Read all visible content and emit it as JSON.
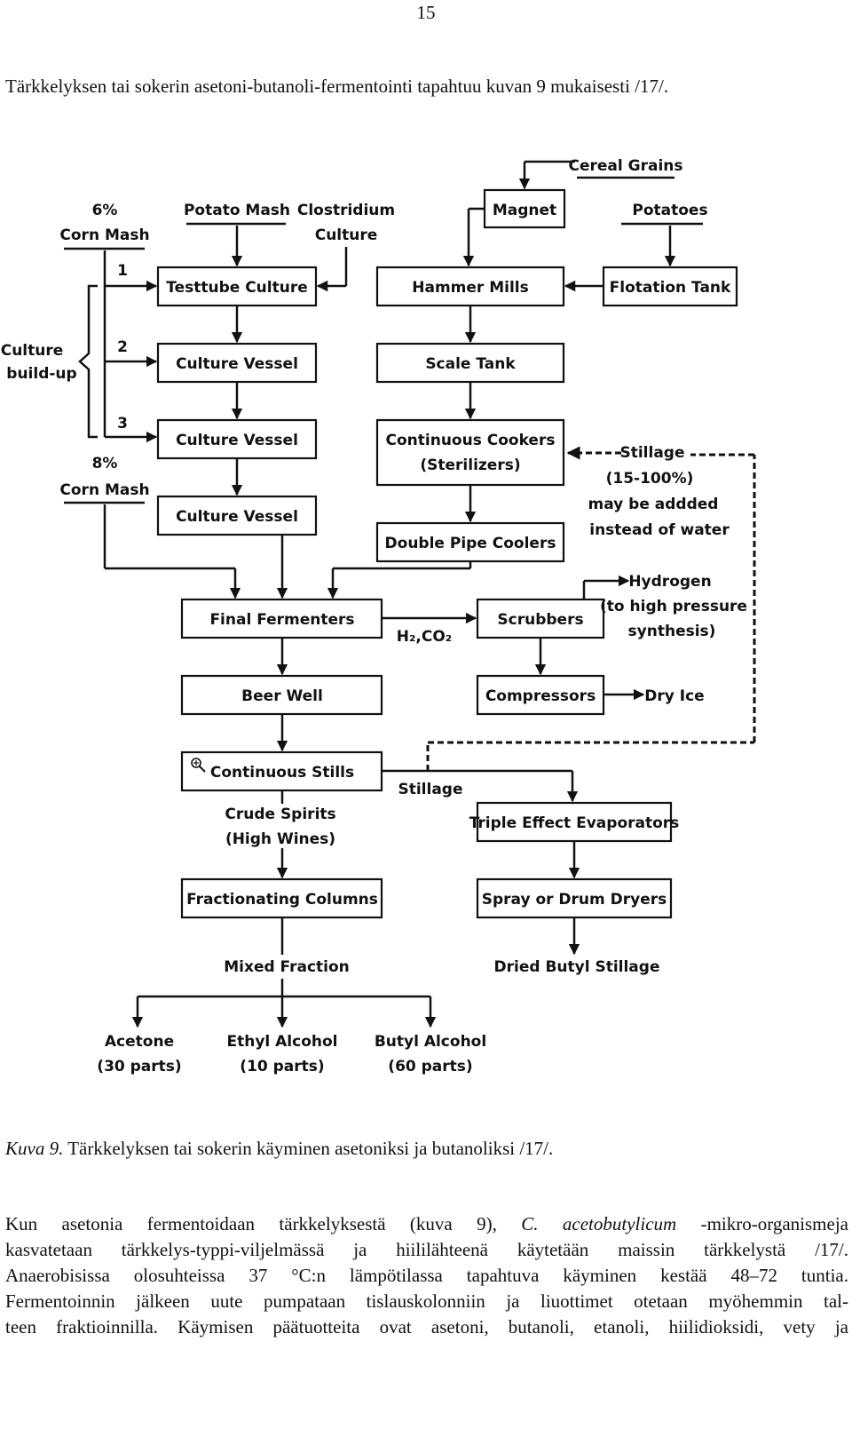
{
  "page_number": "15",
  "intro": "Tärkkelyksen tai sokerin asetoni-butanoli-fermentointi tapahtuu kuvan 9 mukaisesti /17/.",
  "caption": {
    "label": "Kuva 9.",
    "text": " Tärkkelyksen tai sokerin käyminen asetoniksi ja butanoliksi /17/."
  },
  "paragraph": {
    "line1_a": "Kun asetonia fermentoidaan tärkkelyksestä (kuva 9), ",
    "line1_italic": "C. acetobutylicum",
    "line1_b": " -mikro-organismeja",
    "line2": "kasvatetaan tärkkelys-typpi-viljelmässä ja hiililähteenä käytetään maissin tärkkelystä /17/.",
    "line3": "Anaerobisissa olosuhteissa 37 °C:n lämpötilassa tapahtuva käyminen kestää 48–72 tuntia.",
    "line4": "Fermentoinnin jälkeen uute pumpataan tislauskolonniin ja liuottimet otetaan myöhemmin tal-",
    "line5": "teen fraktioinnilla. Käymisen päätuotteita ovat asetoni, butanoli, etanoli, hiilidioksidi, vety ja"
  },
  "diagram": {
    "labels": {
      "corn6_a": "6%",
      "corn6_b": "Corn Mash",
      "potato_mash": "Potato Mash",
      "clostridium_a": "Clostridium",
      "clostridium_b": "Culture",
      "cereal_grains": "Cereal Grains",
      "potatoes": "Potatoes",
      "culture_buildup_a": "Culture",
      "culture_buildup_b": "build-up",
      "step1": "1",
      "step2": "2",
      "step3": "3",
      "corn8_a": "8%",
      "corn8_b": "Corn Mash",
      "stillage_a": "Stillage",
      "stillage_b": "(15-100%)",
      "stillage_c": "may be addded",
      "stillage_d": "instead of water",
      "hydrogen_a": "Hydrogen",
      "hydrogen_b": "(to high pressure",
      "hydrogen_c": "synthesis)",
      "h2co2": "H₂,CO₂",
      "dry_ice": "Dry Ice",
      "stillage2": "Stillage",
      "crude_a": "Crude Spirits",
      "crude_b": "(High Wines)",
      "mixed": "Mixed Fraction",
      "dried_butyl": "Dried Butyl Stillage",
      "acetone_a": "Acetone",
      "acetone_b": "(30 parts)",
      "ethyl_a": "Ethyl Alcohol",
      "ethyl_b": "(10 parts)",
      "butyl_a": "Butyl Alcohol",
      "butyl_b": "(60 parts)"
    },
    "boxes": {
      "magnet": "Magnet",
      "testtube": "Testtube Culture",
      "hammer": "Hammer Mills",
      "flotation": "Flotation Tank",
      "culture1": "Culture Vessel",
      "scale": "Scale Tank",
      "culture2": "Culture Vessel",
      "cookers_a": "Continuous Cookers",
      "cookers_b": "(Sterilizers)",
      "culture3": "Culture Vessel",
      "coolers": "Double Pipe Coolers",
      "fermenters": "Final Fermenters",
      "scrubbers": "Scrubbers",
      "beer": "Beer Well",
      "compressors": "Compressors",
      "stills": "Continuous Stills",
      "evaporators": "Triple Effect Evaporators",
      "fractionating": "Fractionating Columns",
      "dryers": "Spray or Drum Dryers"
    }
  }
}
